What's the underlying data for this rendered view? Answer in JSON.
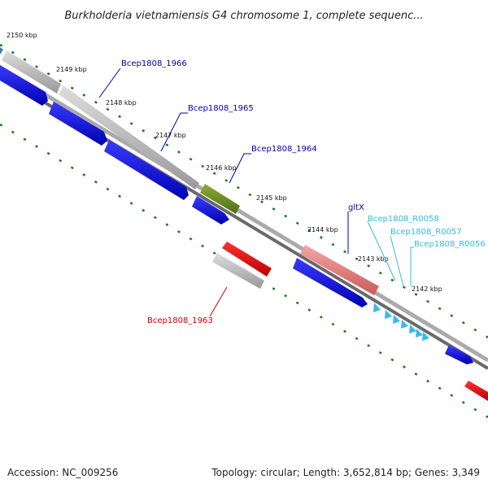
{
  "title": "Burkholderia vietnamiensis G4 chromosome 1, complete sequenc...",
  "footer": {
    "accession": "Accession: NC_009256",
    "summary": "Topology: circular; Length: 3,652,814 bp; Genes: 3,349"
  },
  "colors": {
    "blue_gene": "#0000ee",
    "gray_gene": "#c0c0c0",
    "green_gene": "#6b8e23",
    "red_gene": "#ee0000",
    "pink_gene": "#e88080",
    "trna": "#33bbee",
    "backbone": "#777777",
    "tick": "#1a7a1a"
  },
  "ticks": [
    {
      "label": "2150 kbp"
    },
    {
      "label": "2149 kbp"
    },
    {
      "label": "2148 kbp"
    },
    {
      "label": "2147 kbp"
    },
    {
      "label": "2146 kbp"
    },
    {
      "label": "2145 kbp"
    },
    {
      "label": "2144 kbp"
    },
    {
      "label": "2143 kbp"
    },
    {
      "label": "2142 kbp"
    }
  ],
  "genes": [
    {
      "name": "Bcep1808_1966",
      "label_color": "#0000aa"
    },
    {
      "name": "Bcep1808_1965",
      "label_color": "#0000aa"
    },
    {
      "name": "Bcep1808_1964",
      "label_color": "#0000aa"
    },
    {
      "name": "gltX",
      "label_color": "#0000aa"
    },
    {
      "name": "Bcep1808_R0058",
      "label_color": "#33bbdd"
    },
    {
      "name": "Bcep1808_R0057",
      "label_color": "#33bbdd"
    },
    {
      "name": "Bcep1808_R0056",
      "label_color": "#33bbdd"
    },
    {
      "name": "Bcep1808_1963",
      "label_color": "#cc0000"
    }
  ]
}
